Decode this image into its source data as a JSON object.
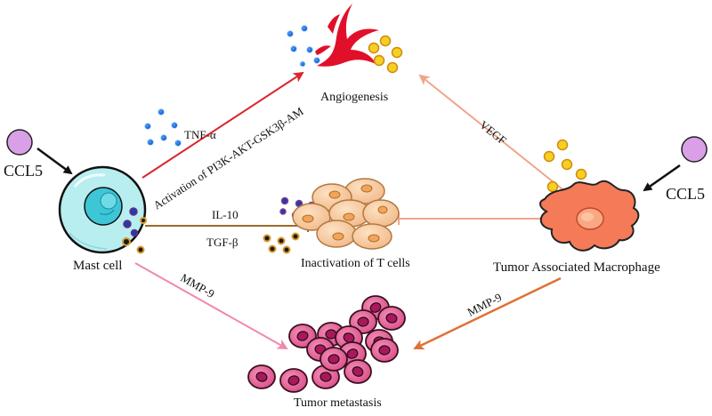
{
  "labels": {
    "ccl5_left": "CCL5",
    "ccl5_right": "CCL5",
    "mast_cell": "Mast cell",
    "tam": "Tumor Associated Macrophage",
    "angiogenesis": "Angiogenesis",
    "inactivation": "Inactivation of T cells",
    "metastasis": "Tumor metastasis",
    "tnf": "TNF-α",
    "pathway": "Activation of  PI3K-AKT-GSK3β-AM",
    "il10": "IL-10",
    "tgf": "TGF-β",
    "mmp9_left": "MMP-9",
    "mmp9_right": "MMP-9",
    "vegf": "VEGF"
  },
  "colors": {
    "mast_cell": "#b8eef0",
    "nucleus": "#3cc6d6",
    "macrophage": "#f47a58",
    "tcell": "#f8cfa8",
    "tumor": "#e8659a",
    "vessel": "#e0102a",
    "ccl5": "#d9a0e8",
    "arrow_angio": "#d9262e",
    "arrow_vegf": "#f0a58a",
    "arrow_inhib_left": "#9a6a2a",
    "arrow_inhib_right": "#f0a58a",
    "arrow_mmp_left": "#f08aa8",
    "arrow_mmp_right": "#e07038"
  }
}
